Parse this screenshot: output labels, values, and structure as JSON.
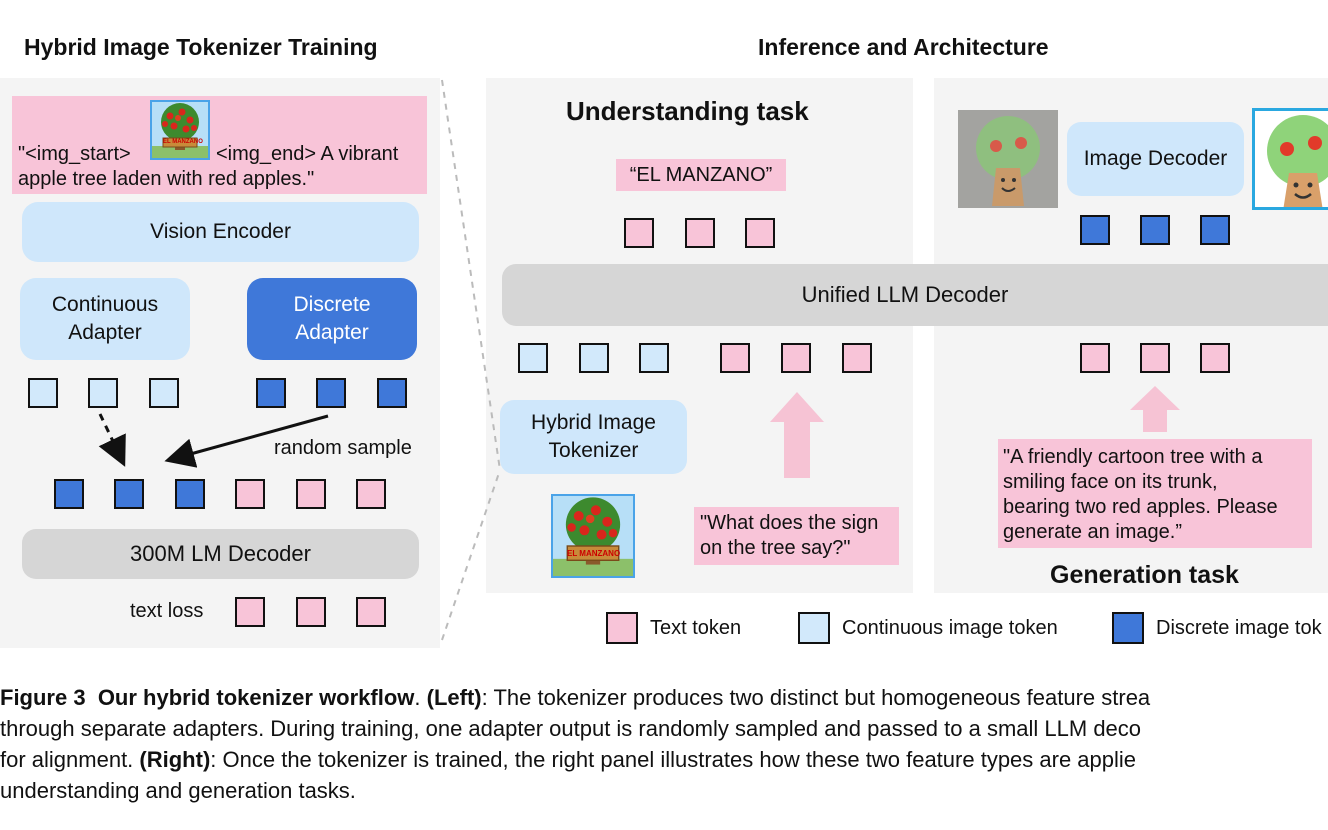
{
  "left": {
    "title": "Hybrid Image Tokenizer Training",
    "prompt_start": "\"<img_start>",
    "prompt_end": "<img_end> A vibrant",
    "prompt_line2": "apple tree laden with red apples.\"",
    "sign_text": "EL MANZANO",
    "vision_encoder": "Vision Encoder",
    "continuous_adapter_l1": "Continuous",
    "continuous_adapter_l2": "Adapter",
    "discrete_adapter_l1": "Discrete",
    "discrete_adapter_l2": "Adapter",
    "random_sample": "random sample",
    "lm_decoder": "300M LM Decoder",
    "text_loss": "text loss"
  },
  "right": {
    "title": "Inference and Architecture",
    "understanding_task": "Understanding task",
    "answer": "“EL MANZANO”",
    "unified_decoder": "Unified LLM Decoder",
    "hybrid_tokenizer_l1": "Hybrid Image",
    "hybrid_tokenizer_l2": "Tokenizer",
    "question_l1": "\"What does the sign",
    "question_l2": "on the tree say?\"",
    "image_decoder": "Image Decoder",
    "gen_prompt_l1": "\"A friendly cartoon tree with a",
    "gen_prompt_l2": "smiling face on its trunk,",
    "gen_prompt_l3": "bearing two red apples. Please",
    "gen_prompt_l4": "generate an image.”",
    "generation_task": "Generation task"
  },
  "legend": {
    "text_token": "Text token",
    "continuous_token": "Continuous image token",
    "discrete_token": "Discrete image tok"
  },
  "caption": {
    "label": "Figure 3",
    "bold_title": "Our hybrid tokenizer workflow",
    "left_tag": "(Left)",
    "line1_rest": ": The tokenizer produces two distinct but homogeneous feature strea",
    "line2": "through separate adapters. During training, one adapter output is randomly sampled and passed to a small LLM deco",
    "line3_start": "for alignment.",
    "right_tag": "(Right)",
    "line3_rest": ": Once the tokenizer is trained, the right panel illustrates how these two feature types are applie",
    "line4": "understanding and generation tasks."
  },
  "colors": {
    "text_token": "#f8c4d8",
    "continuous_token": "#d2e9fb",
    "discrete_token": "#3f78d9",
    "panel": "#f4f4f4",
    "decoder_grey": "#d6d6d6"
  }
}
